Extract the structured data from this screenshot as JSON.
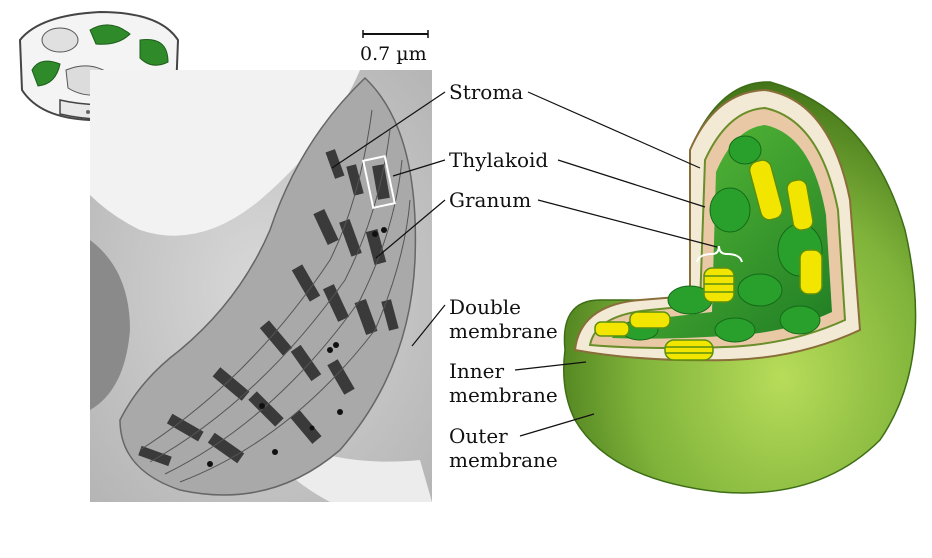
{
  "scale_bar": {
    "text": "0.7 µm"
  },
  "labels": {
    "stroma": "Stroma",
    "thylakoid": "Thylakoid",
    "granum": "Granum",
    "double_membrane_1": "Double",
    "double_membrane_2": "membrane",
    "inner_membrane_1": "Inner",
    "inner_membrane_2": "membrane",
    "outer_membrane_1": "Outer",
    "outer_membrane_2": "membrane"
  },
  "colors": {
    "chloroplast_green": "#7fb33a",
    "chloroplast_dark_green": "#3f7d1c",
    "thylakoid_green": "#2f9e32",
    "granum_yellow": "#f2e600",
    "stroma_tan": "#e9c8a6",
    "arrow_green": "#4a8f2a",
    "micrograph_bg": "#cfcfcf"
  }
}
